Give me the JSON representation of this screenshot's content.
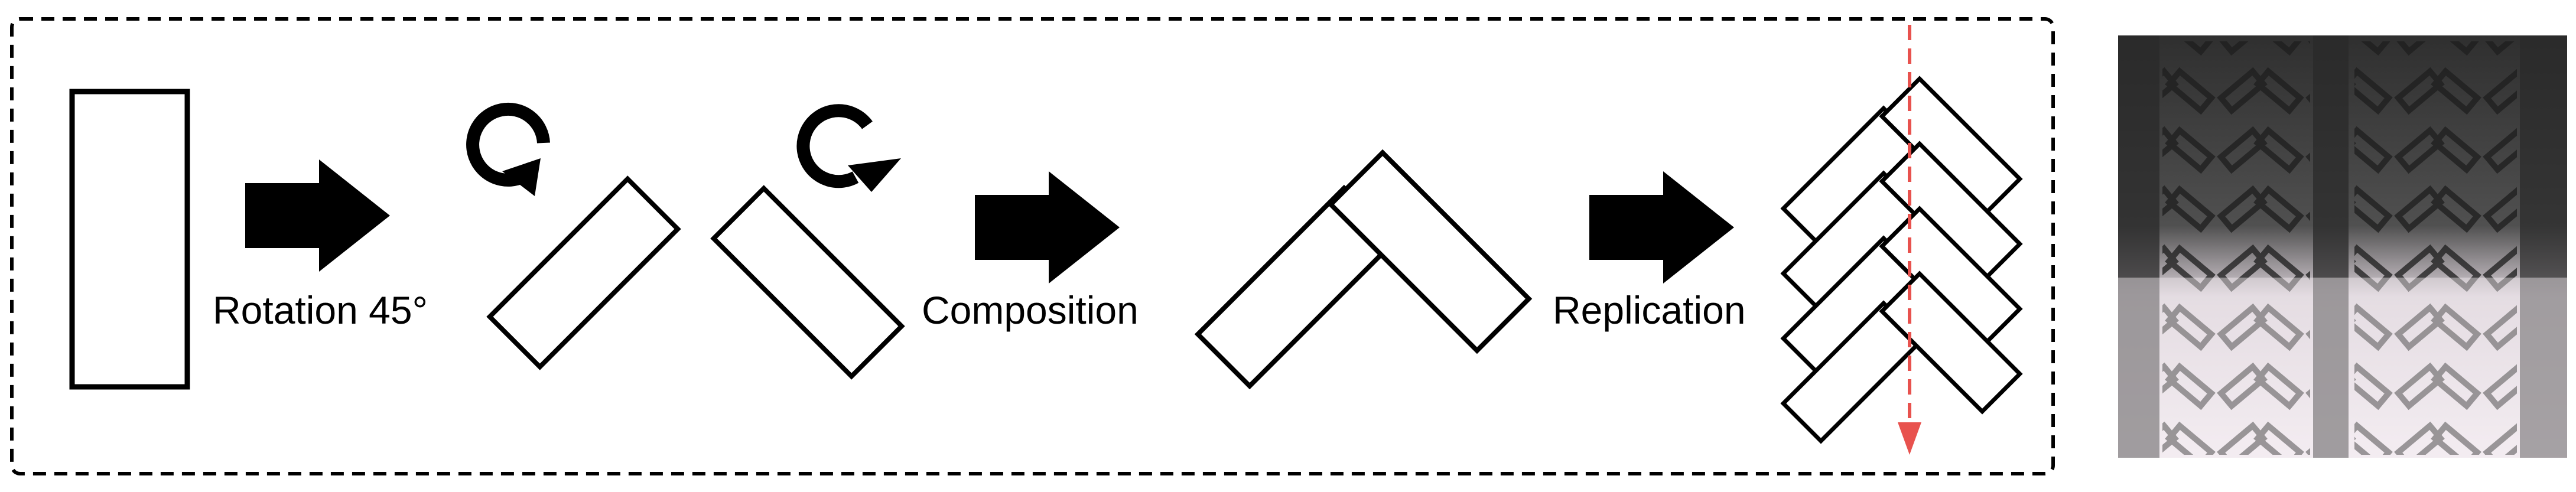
{
  "steps": {
    "rotation": "Rotation 45°",
    "composition": "Composition",
    "replication": "Replication"
  },
  "colors": {
    "stroke": "#000000",
    "arrow": "#000000",
    "axis_line": "#e8524e",
    "photo_dark": "#3a3a3a",
    "photo_light": "#f1e8ef"
  },
  "icons": {
    "rotate_ccw": "counterclockwise-arrow-icon",
    "rotate_cw": "clockwise-arrow-icon",
    "step_arrow": "right-arrow-icon"
  },
  "photo": {
    "description": "photograph of printed herringbone pattern strips"
  }
}
